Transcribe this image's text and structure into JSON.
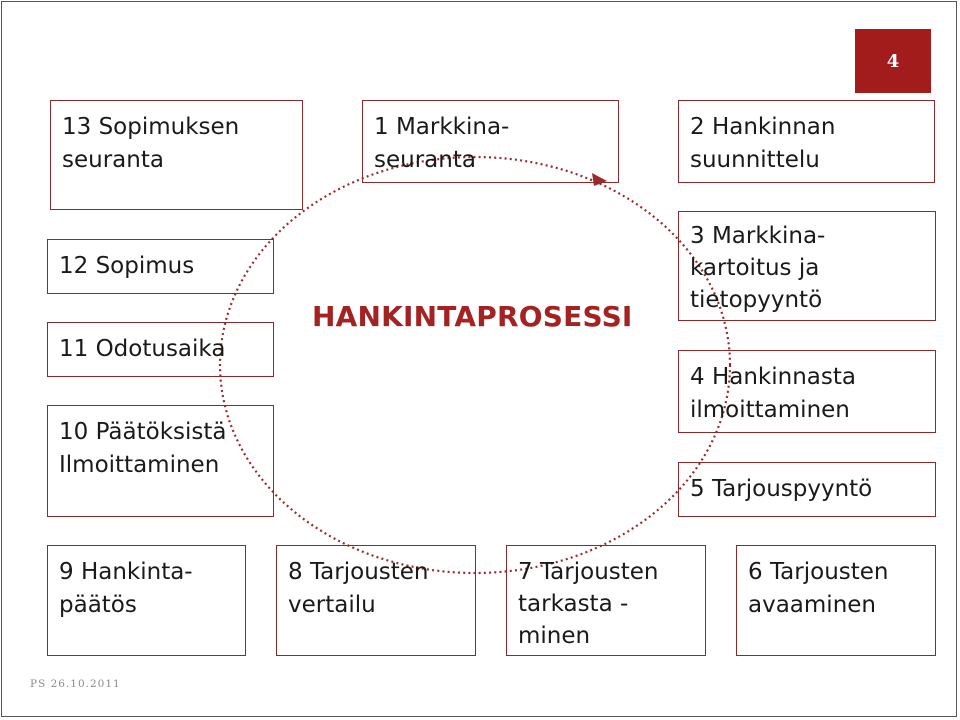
{
  "slide": {
    "page_number": "4",
    "title": "HANKINTAPROSESSI",
    "footer": "PS 26.10.2011",
    "accent_color": "#a31c1c",
    "steps": [
      {
        "label": "13 Sopimuksen\nseuranta"
      },
      {
        "label": "1 Markkina-\nseuranta"
      },
      {
        "label": "2 Hankinnan\nsuunnittelu"
      },
      {
        "label": "12 Sopimus"
      },
      {
        "label": "3 Markkina-\nkartoitus ja\ntietopyyntö"
      },
      {
        "label": "11 Odotusaika"
      },
      {
        "label": "4 Hankinnasta\nilmoittaminen"
      },
      {
        "label": "10 Päätöksistä\nIlmoittaminen"
      },
      {
        "label": "5 Tarjouspyyntö"
      },
      {
        "label": "9 Hankinta-\npäätös"
      },
      {
        "label": "8 Tarjousten\nvertailu"
      },
      {
        "label": "7 Tarjousten\ntarkasta -\nminen"
      },
      {
        "label": "6 Tarjousten\navaaminen"
      }
    ]
  }
}
